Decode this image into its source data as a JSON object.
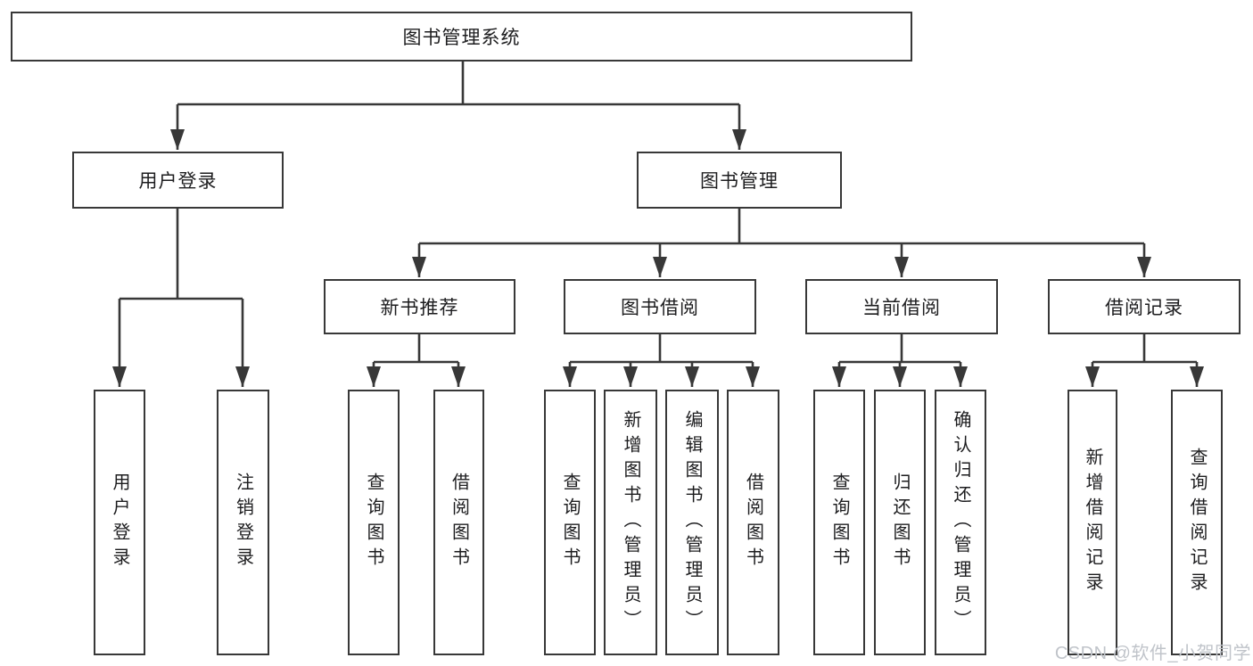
{
  "diagram": {
    "type": "hierarchy-tree",
    "colors": {
      "line": "#383838",
      "box_border": "#383838",
      "text": "#1d1d1f",
      "watermark": "#c0c4ca",
      "background": "#ffffff"
    },
    "nodes": {
      "root": "图书管理系统",
      "userLogin": "用户登录",
      "bookMgmt": "图书管理",
      "newBookRec": "新书推荐",
      "bookBorrow": "图书借阅",
      "currentBorrow": "当前借阅",
      "borrowRecords": "借阅记录",
      "leafLogin": "用户登录",
      "leafLogout": "注销登录",
      "leafRecQuery": "查询图书",
      "leafRecBorrow": "借阅图书",
      "leafBbQuery": "查询图书",
      "leafBbAdd": "新增图书（管理员）",
      "leafBbEdit": "编辑图书（管理员）",
      "leafBbBorrow": "借阅图书",
      "leafCbQuery": "查询图书",
      "leafCbReturn": "归还图书",
      "leafCbConfirm": "确认归还（管理员）",
      "leafBrAdd": "新增借阅记录",
      "leafBrQuery": "查询借阅记录"
    },
    "edges": [
      [
        "root",
        "userLogin"
      ],
      [
        "root",
        "bookMgmt"
      ],
      [
        "userLogin",
        "leafLogin"
      ],
      [
        "userLogin",
        "leafLogout"
      ],
      [
        "bookMgmt",
        "newBookRec"
      ],
      [
        "bookMgmt",
        "bookBorrow"
      ],
      [
        "bookMgmt",
        "currentBorrow"
      ],
      [
        "bookMgmt",
        "borrowRecords"
      ],
      [
        "newBookRec",
        "leafRecQuery"
      ],
      [
        "newBookRec",
        "leafRecBorrow"
      ],
      [
        "bookBorrow",
        "leafBbQuery"
      ],
      [
        "bookBorrow",
        "leafBbAdd"
      ],
      [
        "bookBorrow",
        "leafBbEdit"
      ],
      [
        "bookBorrow",
        "leafBbBorrow"
      ],
      [
        "currentBorrow",
        "leafCbQuery"
      ],
      [
        "currentBorrow",
        "leafCbReturn"
      ],
      [
        "currentBorrow",
        "leafCbConfirm"
      ],
      [
        "borrowRecords",
        "leafBrAdd"
      ],
      [
        "borrowRecords",
        "leafBrQuery"
      ]
    ],
    "watermark": "CSDN @软件_小贺同学"
  }
}
